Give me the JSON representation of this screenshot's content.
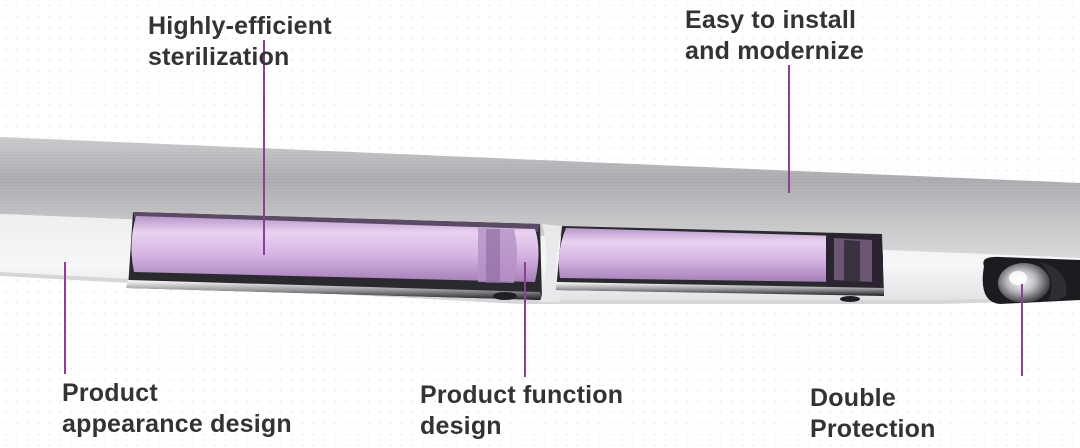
{
  "labels": {
    "sterilization": [
      "Highly-efficient",
      "sterilization"
    ],
    "install": [
      "Easy to install",
      "and modernize"
    ],
    "appearance": [
      "Product",
      "appearance design"
    ],
    "function": [
      "Product function",
      "design"
    ],
    "protection": [
      "Double",
      "Protection"
    ]
  },
  "colors": {
    "label_text": "#333333",
    "leader_line": "#8e3f94",
    "uv_tube": "#d9b8e8",
    "housing_metal": "#b9b9bc",
    "housing_white": "#f4f4f5"
  },
  "icons": {
    "uv_lamp": "uv-lamp-tube",
    "lens": "double-protection-lens"
  }
}
